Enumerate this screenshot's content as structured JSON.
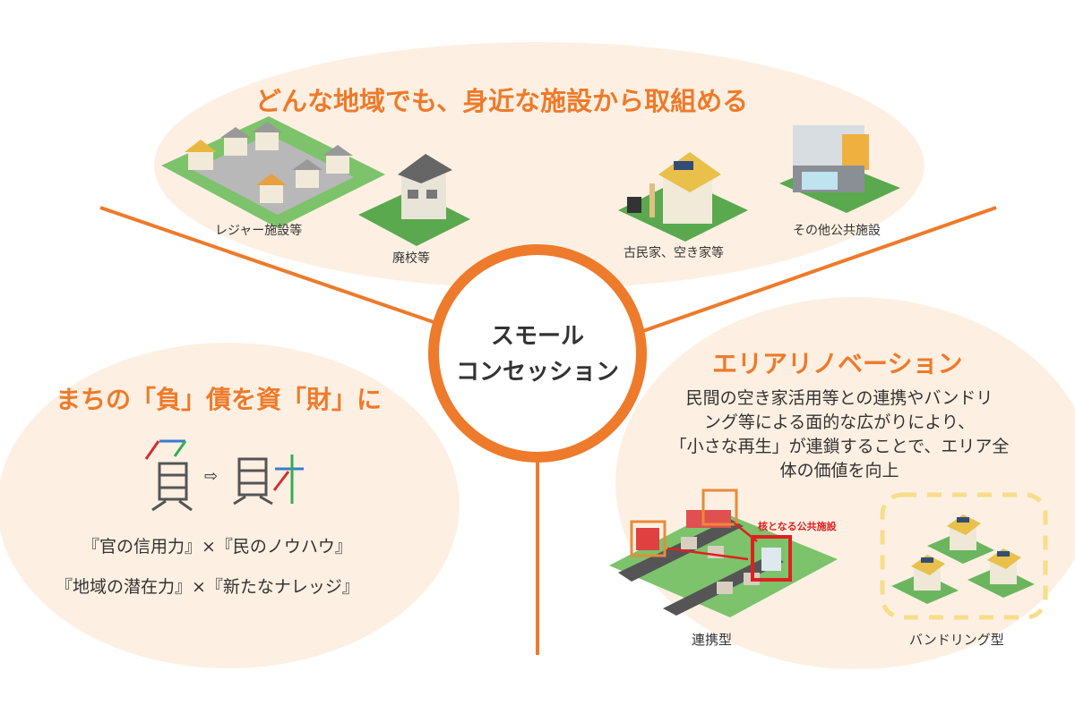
{
  "colors": {
    "accent": "#ee7a2b",
    "bubble": "#fdf0e2",
    "highlight_red": "#e02020",
    "dashed": "#f8dd8a"
  },
  "center": {
    "line1": "スモール",
    "line2": "コンセッション"
  },
  "top": {
    "title": "どんな地域でも、身近な施設から取組める",
    "facilities": [
      {
        "label": "レジャー施設等"
      },
      {
        "label": "廃校等"
      },
      {
        "label": "古民家、空き家等"
      },
      {
        "label": "その他公共施設"
      }
    ]
  },
  "left": {
    "title": "まちの「負」債を資「財」に",
    "kanji_from": "負",
    "kanji_to": "財",
    "arrow": "⇨",
    "line1": "『官の信用力』×『民のノウハウ』",
    "line2": "『地域の潜在力』×『新たなナレッジ』"
  },
  "right": {
    "title": "エリアリノベーション",
    "body": [
      "民間の空き家活用等との連携やバンドリ",
      "ング等による面的な広がりにより、",
      "「小さな再生」が連鎖することで、エリア全",
      "体の価値を向上"
    ],
    "core_label": "核となる公共施設",
    "type1": "連携型",
    "type2": "バンドリング型"
  }
}
